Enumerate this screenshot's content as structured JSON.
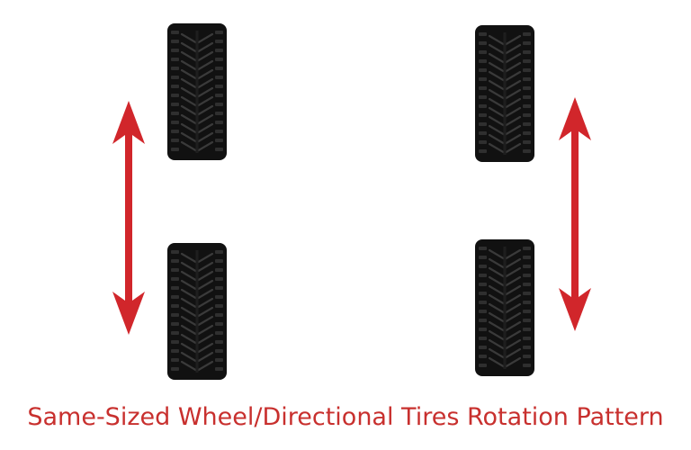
{
  "caption": "Same-Sized Wheel/Directional Tires Rotation Pattern",
  "colors": {
    "arrow": "#d1262b",
    "caption": "#c8302e",
    "tire": "#111111",
    "tread": "#3a3a3a"
  },
  "diagram": {
    "left_side": {
      "front_tire": "tire",
      "rear_tire": "tire",
      "arrow": "double-headed vertical arrow (front ↔ rear)"
    },
    "right_side": {
      "front_tire": "tire",
      "rear_tire": "tire",
      "arrow": "double-headed vertical arrow (front ↔ rear)"
    }
  }
}
